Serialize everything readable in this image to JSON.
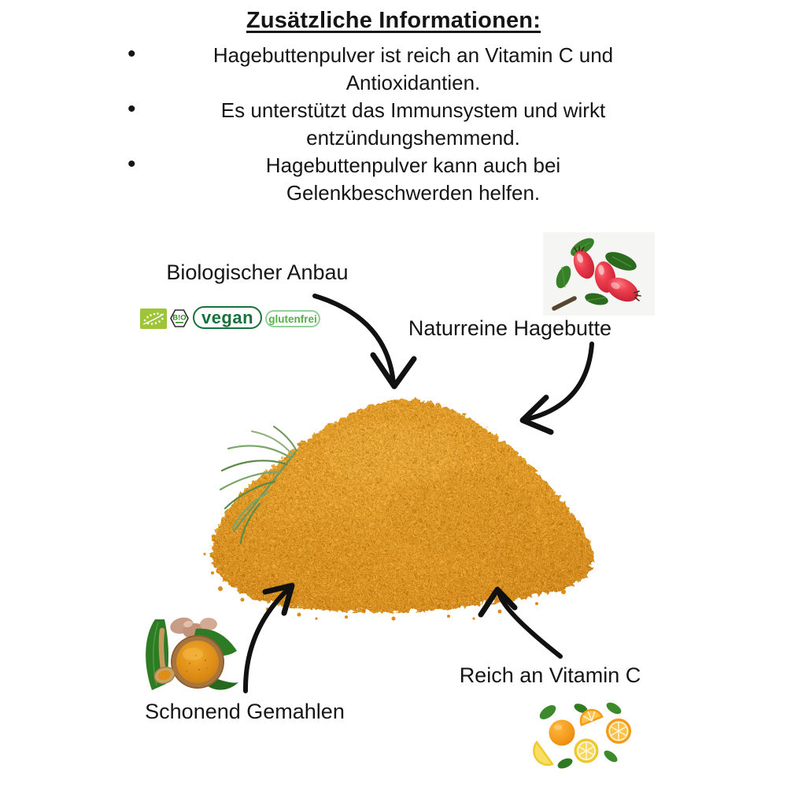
{
  "title": "Zusätzliche Informationen:",
  "bullet_char": "•",
  "bullets": [
    "Hagebuttenpulver ist reich an Vitamin C und\nAntioxidantien.",
    "Es unterstützt das Immunsystem und wirkt\nentzündungshemmend.",
    "Hagebuttenpulver kann auch bei\nGelenkbeschwerden helfen."
  ],
  "callouts": {
    "organic_label": "Biologischer Anbau",
    "rosehip_label": "Naturreine Hagebutte",
    "ground_label": "Schonend Gemahlen",
    "vitamin_label": "Reich an Vitamin C"
  },
  "badges": {
    "bio_seal_label": "B!O",
    "vegan_label": "vegan",
    "glutenfree_label": "glutenfrei"
  },
  "colors": {
    "powder_orange": "#e5941f",
    "powder_dark": "#a05f06",
    "powder_light": "#ffc95e",
    "arrow_black": "#111111",
    "vegan_green": "#17713a",
    "glutenfree_green": "#56b04a",
    "eu_logo_green": "#9ec437",
    "rosehip_red": "#e0333f",
    "leaf_green": "#2e7b25",
    "text_color": "#151515"
  }
}
